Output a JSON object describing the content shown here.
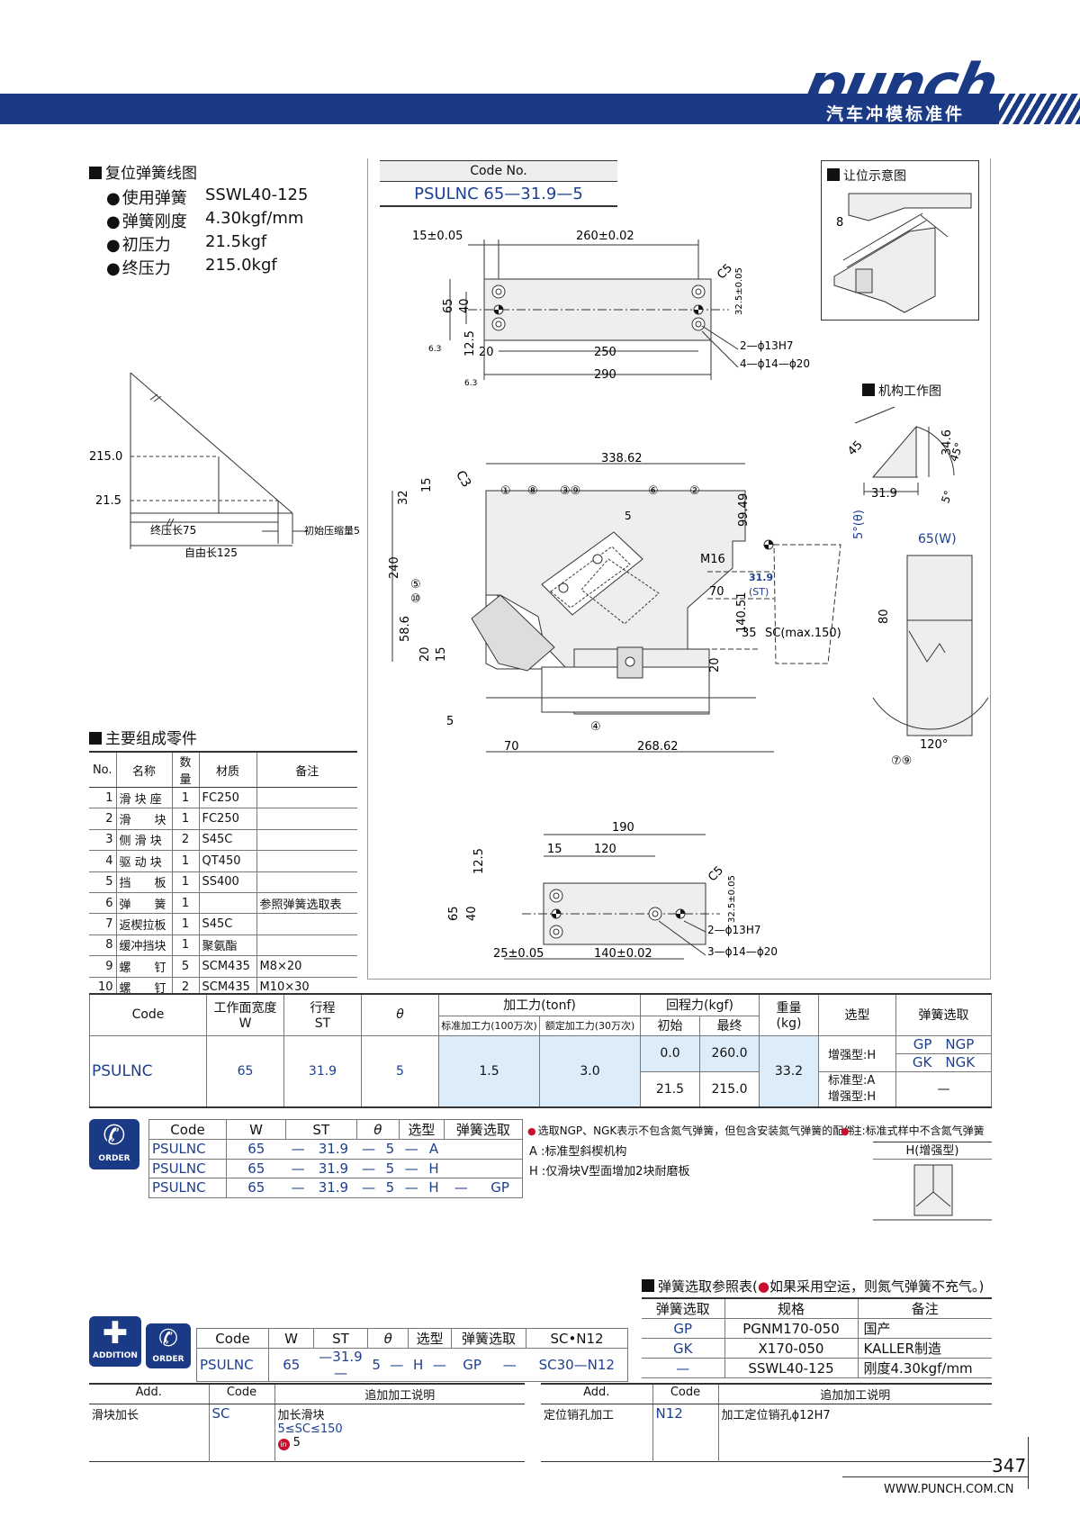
{
  "header": {
    "brand": "punch",
    "subtitle": "汽车冲模标准件"
  },
  "spring_section": {
    "title": "复位弹簧线图",
    "rows": [
      {
        "k": "使用弹簧",
        "v": "SSWL40-125"
      },
      {
        "k": "弹簧刚度",
        "v": "4.30kgf/mm"
      },
      {
        "k": "初压力",
        "v": "21.5kgf"
      },
      {
        "k": "终压力",
        "v": "215.0kgf"
      }
    ]
  },
  "spring_graph": {
    "y_high": "215.0",
    "y_low": "21.5",
    "final_comp": "终压长75",
    "initial_comp": "初始压缩量5",
    "free_len": "自由长125"
  },
  "code_box": {
    "header": "Code No.",
    "value": "PSULNC 65—31.9—5"
  },
  "inset_titles": {
    "clearance": "让位示意图",
    "mechanism": "机构工作图"
  },
  "top_view": {
    "d1": "15±0.05",
    "d2": "260±0.02",
    "c5": "C5",
    "h65": "65",
    "h40": "40",
    "h12": "12.5",
    "w20": "20",
    "w250": "250",
    "w290": "290",
    "h32": "32.5±0.05",
    "hole1": "2—ϕ13H7",
    "hole2": "4—ϕ14—ϕ20",
    "rough": "6.3"
  },
  "front_view": {
    "w338": "338.62",
    "c3": "C3",
    "h32": "32",
    "h15": "15",
    "h240": "240",
    "h58": "58.6",
    "h20": "20",
    "h99": "99.49",
    "h140": "140.51",
    "m16": "M16",
    "st_val": "31.9",
    "st_lbl": "(ST)",
    "w70a": "70",
    "w35": "35",
    "sc": "SC(max.150)",
    "w70b": "70",
    "w268": "268.62",
    "theta": "5°(θ)",
    "w65": "65(W)",
    "h80": "80",
    "ang120": "120°",
    "p1": "①",
    "p8": "⑧",
    "p39": "③⑨",
    "p6": "⑥",
    "p2": "②",
    "p5": "⑤",
    "p10": "⑩",
    "p4": "④",
    "p79": "⑦⑨",
    "five": "5"
  },
  "mech_view": {
    "a45": "45",
    "h34": "34.6",
    "a45b": "45°",
    "w31": "31.9",
    "a5": "5°",
    "h8": "8"
  },
  "bottom_view": {
    "w190": "190",
    "w15": "15",
    "w120": "120",
    "h12": "12.5",
    "c5": "C5",
    "h65": "65",
    "h40": "40",
    "h32": "32.5±0.05",
    "w25": "25±0.05",
    "w140": "140±0.02",
    "hole1": "2—ϕ13H7",
    "hole2": "3—ϕ14—ϕ20"
  },
  "parts_section": {
    "title": "主要组成零件",
    "headers": [
      "No.",
      "名称",
      "数量",
      "材质",
      "备注"
    ],
    "rows": [
      [
        "1",
        "滑 块 座",
        "1",
        "FC250",
        ""
      ],
      [
        "2",
        "滑　　块",
        "1",
        "FC250",
        ""
      ],
      [
        "3",
        "侧 滑 块",
        "2",
        "S45C",
        ""
      ],
      [
        "4",
        "驱 动 块",
        "1",
        "QT450",
        ""
      ],
      [
        "5",
        "挡　　板",
        "1",
        "SS400",
        ""
      ],
      [
        "6",
        "弹　　簧",
        "1",
        "",
        "参照弹簧选取表"
      ],
      [
        "7",
        "返楔拉板",
        "1",
        "S45C",
        ""
      ],
      [
        "8",
        "缓冲挡块",
        "1",
        "聚氨酯",
        ""
      ],
      [
        "9",
        "螺　　钉",
        "5",
        "SCM435",
        "M8×20"
      ],
      [
        "10",
        "螺　　钉",
        "2",
        "SCM435",
        "M10×30"
      ]
    ]
  },
  "spec_table": {
    "h_code": "Code",
    "h_w": "工作面宽度",
    "h_w2": "W",
    "h_st": "行程",
    "h_st2": "ST",
    "h_theta": "θ",
    "h_force": "加工力(tonf)",
    "h_force_std": "标准加工力(100万次)",
    "h_force_rated": "额定加工力(30万次)",
    "h_return": "回程力(kgf)",
    "h_return_init": "初始",
    "h_return_final": "最终",
    "h_weight": "重量",
    "h_weight2": "(kg)",
    "h_type": "选型",
    "h_spring": "弹簧选取",
    "code": "PSULNC",
    "w": "65",
    "st": "31.9",
    "theta": "5",
    "force_std": "1.5",
    "force_rated": "3.0",
    "ret_init_1": "0.0",
    "ret_final_1": "260.0",
    "ret_init_2": "21.5",
    "ret_final_2": "215.0",
    "weight": "33.2",
    "type_h": "增强型:H",
    "type_a": "标准型:A",
    "type_h2": "增强型:H",
    "spring_1a": "GP　NGP",
    "spring_1b": "GK　NGK",
    "spring_2": "—"
  },
  "order_table": {
    "icon_label": "ORDER",
    "headers": [
      "Code",
      "W",
      "ST",
      "θ",
      "选型",
      "弹簧选取"
    ],
    "rows": [
      [
        "PSULNC",
        "65",
        "—",
        "31.9",
        "—",
        "5",
        "—",
        "A",
        "",
        ""
      ],
      [
        "PSULNC",
        "65",
        "—",
        "31.9",
        "—",
        "5",
        "—",
        "H",
        "",
        ""
      ],
      [
        "PSULNC",
        "65",
        "—",
        "31.9",
        "—",
        "5",
        "—",
        "H",
        "—",
        "GP"
      ]
    ]
  },
  "notes": {
    "n1": "选取NGP、NGK表示不包含氮气弹簧，但包含安装氮气弹簧的配件",
    "n2": "注:标准式样中不含氮气弹簧",
    "a_note": "A :标准型斜楔机构",
    "h_note": "H :仅滑块V型面增加2块耐磨板",
    "h_box": "H(增强型)"
  },
  "ref_section": {
    "title": "弹簧选取参照表(",
    "title_note": "如果采用空运，则氮气弹簧不充气。)",
    "headers": [
      "弹簧选取",
      "规格",
      "备注"
    ],
    "rows": [
      [
        "GP",
        "PGNM170-050",
        "国产"
      ],
      [
        "GK",
        "X170-050",
        "KALLER制造"
      ],
      [
        "—",
        "SSWL40-125",
        "刚度4.30kgf/mm"
      ]
    ]
  },
  "addition_order": {
    "icon1": "ADDITION",
    "icon2": "ORDER",
    "headers": [
      "Code",
      "W",
      "ST",
      "θ",
      "选型",
      "弹簧选取",
      "SC•N12"
    ],
    "row": [
      "PSULNC",
      "65",
      "—31.9—",
      "5",
      "—",
      "H",
      "—",
      "GP",
      "—",
      "SC30—N12"
    ]
  },
  "add_table": {
    "headers": [
      "Add.",
      "Code",
      "追加加工说明",
      "Add.",
      "Code",
      "追加加工说明"
    ],
    "left": {
      "add": "滑块加长",
      "code": "SC",
      "desc1": "加长滑块",
      "desc2": "5≤SC≤150",
      "desc3": "5",
      "in": "in"
    },
    "right": {
      "add": "定位销孔加工",
      "code": "N12",
      "desc1": "加工定位销孔ϕ12H7"
    }
  },
  "footer": {
    "page": "347",
    "url": "WWW.PUNCH.COM.CN"
  },
  "colors": {
    "brand_blue": "#1b3a86",
    "light_blue": "#dcecf8",
    "accent_red": "#c8102e"
  }
}
